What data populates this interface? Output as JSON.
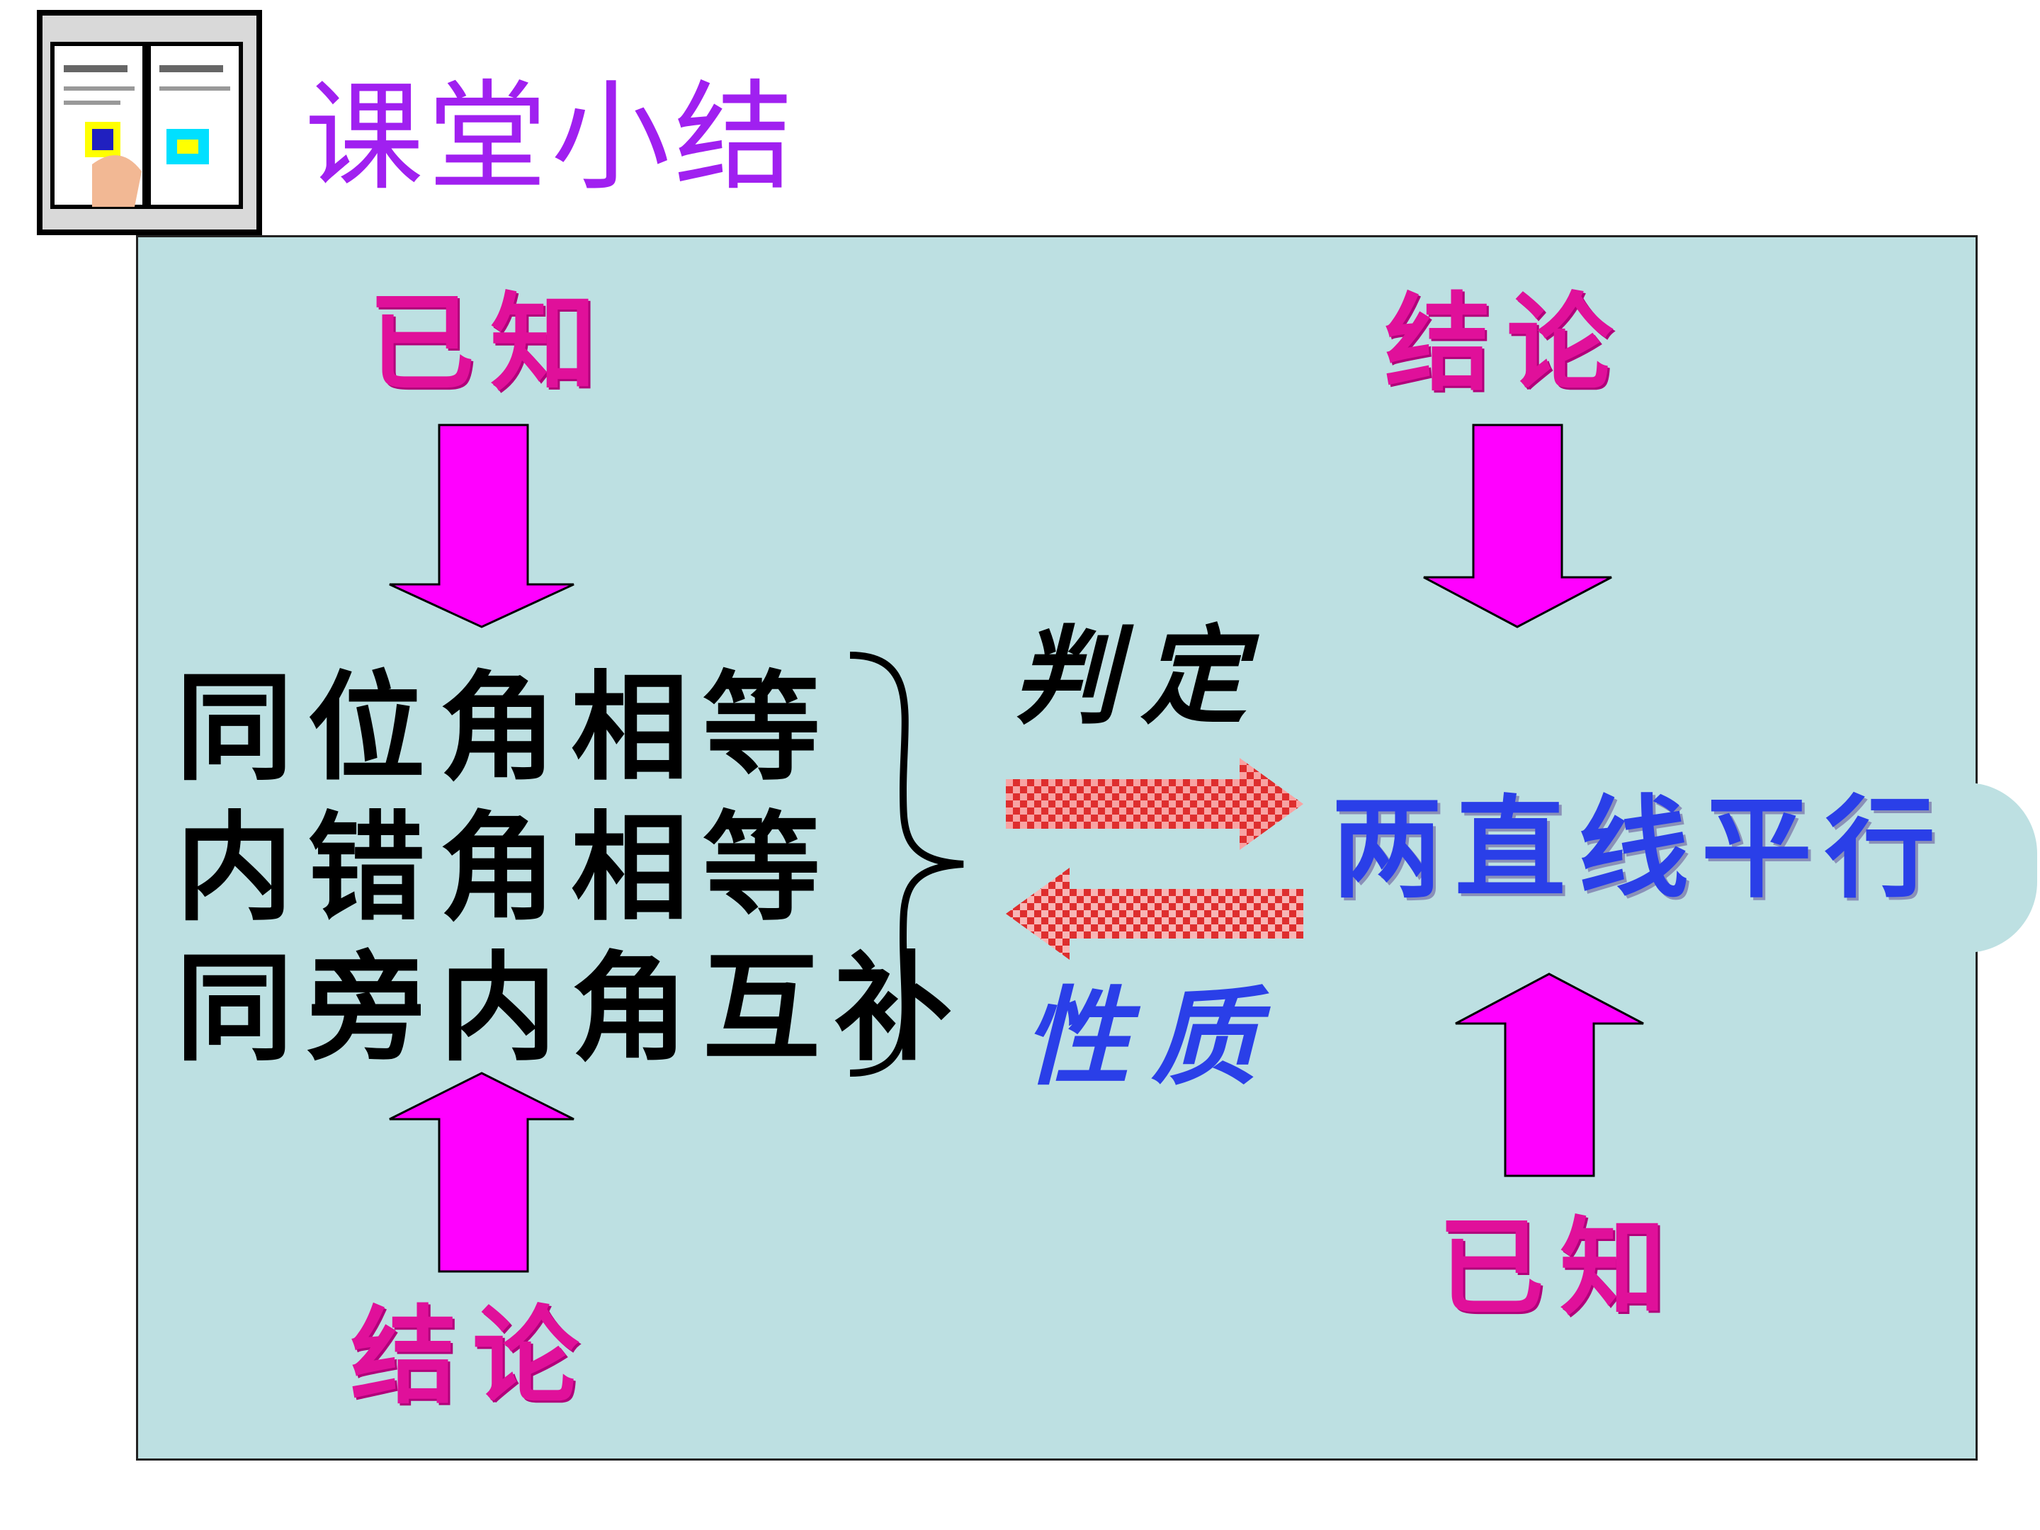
{
  "header": {
    "title": "课堂小结",
    "icon": "open-book-icon"
  },
  "left": {
    "top_label": "已知",
    "bottom_label": "结论",
    "conditions": [
      "同位角相等",
      "内错角相等",
      "同旁内角互补"
    ]
  },
  "middle": {
    "judge_label": "判定",
    "property_label": "性质"
  },
  "right": {
    "top_label": "结论",
    "bottom_label": "已知",
    "result": "两直线平行"
  },
  "colors": {
    "panel": "#bde0e2",
    "arrow": "#ff00ff",
    "title": "#a020f0",
    "label": "#e0109a",
    "blue_text": "#2a3fe8",
    "red_arrow": "#e02020"
  }
}
